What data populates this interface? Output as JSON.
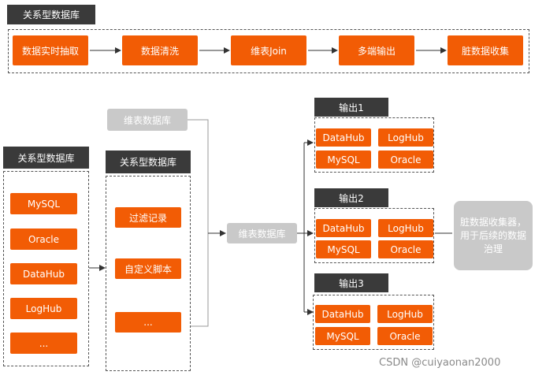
{
  "top_flow": {
    "title": "关系型数据库",
    "steps": [
      "数据实时抽取",
      "数据清洗",
      "维表Join",
      "多端输出",
      "脏数据收集"
    ]
  },
  "source_db": {
    "title": "关系型数据库",
    "items": [
      "MySQL",
      "Oracle",
      "DataHub",
      "LogHub",
      "..."
    ]
  },
  "clean_db": {
    "title": "关系型数据库",
    "items": [
      "过滤记录",
      "自定义脚本",
      "..."
    ]
  },
  "dim_table_top": "维表数据库",
  "dim_table_mid": "维表数据库",
  "outputs": [
    {
      "title": "输出1",
      "items": [
        "DataHub",
        "LogHub",
        "MySQL",
        "Oracle"
      ]
    },
    {
      "title": "输出2",
      "items": [
        "DataHub",
        "LogHub",
        "MySQL",
        "Oracle"
      ]
    },
    {
      "title": "输出3",
      "items": [
        "DataHub",
        "LogHub",
        "MySQL",
        "Oracle"
      ]
    }
  ],
  "dirty_collector": "脏数据收集器，用于后续的数据治理",
  "watermark": "CSDN @cuiyaonan2000",
  "colors": {
    "orange": "#f25c05",
    "dark": "#3a3a3a",
    "gray": "#c9c9c9"
  }
}
